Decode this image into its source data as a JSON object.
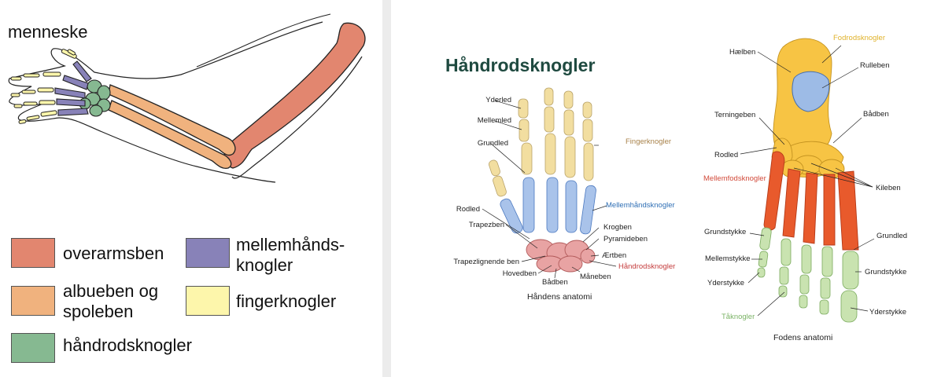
{
  "left": {
    "title": "menneske",
    "legend": [
      {
        "label": "overarmsben",
        "color": "#e2866f"
      },
      {
        "label": "mellemhånds-\nknogler",
        "color": "#8882b8"
      },
      {
        "label": "albueben og\nspoleben",
        "color": "#f0b27e"
      },
      {
        "label": "fingerknogler",
        "color": "#fdf6ab"
      },
      {
        "label": "håndrodsknogler",
        "color": "#86b991"
      }
    ]
  },
  "hand": {
    "title": "Håndrodsknogler",
    "labels": {
      "yderled": "Yderled",
      "mellemled": "Mellemled",
      "grundled": "Grundled",
      "fingerknogler": "Fingerknogler",
      "mellemhandsknogler": "Mellemhåndsknogler",
      "rodled": "Rodled",
      "krogben": "Krogben",
      "pyramideben": "Pyramideben",
      "trapezben": "Trapezben",
      "aertben": "Ærtben",
      "trapezlignende": "Trapezlignende ben",
      "handrodsknogler": "Håndrodsknogler",
      "hovedben": "Hovedben",
      "maneben": "Måneben",
      "badben": "Bådben"
    },
    "caption": "Håndens anatomi"
  },
  "foot": {
    "labels": {
      "fodrodsknogler": "Fodrodsknogler",
      "haelben": "Hælben",
      "rulleben": "Rulleben",
      "terningeben": "Terningeben",
      "badben": "Bådben",
      "rodled": "Rodled",
      "mellemfodsknogler": "Mellemfodsknogler",
      "kileben": "Kileben",
      "grundstykke_left": "Grundstykke",
      "grundled": "Grundled",
      "mellemstykke": "Mellemstykke",
      "grundstykke_right": "Grundstykke",
      "yderstykke_left": "Yderstykke",
      "taknogler": "Tåknogler",
      "yderstykke_right": "Yderstykke"
    },
    "caption": "Fodens anatomi"
  },
  "colors": {
    "hand_title": "#1f4a40",
    "finger_label": "#a8824a",
    "metacarpal_label": "#2f6fb5",
    "carpal_label": "#c43c3c",
    "tarsal_label": "#e0b22a",
    "metatarsal_label": "#d24a3a",
    "toe_label": "#7bb366"
  }
}
